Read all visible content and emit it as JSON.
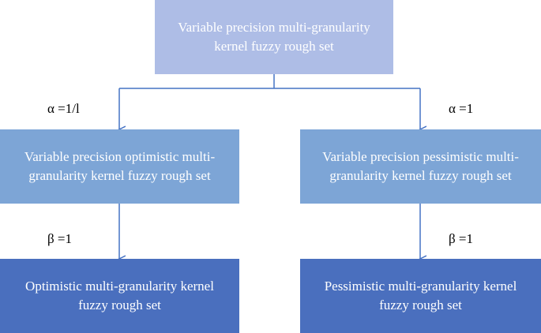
{
  "colors": {
    "top_fill": "#aebde6",
    "middle_fill": "#7da5d6",
    "bottom_fill": "#4a6fbe",
    "connector": "#4472c4",
    "node_text": "#ffffff",
    "label_text": "#000000"
  },
  "nodes": {
    "top": {
      "line1": "Variable precision multi-granularity",
      "line2": "kernel fuzzy rough set"
    },
    "left_mid": {
      "line1": "Variable precision optimistic multi-",
      "line2": "granularity kernel fuzzy rough set"
    },
    "right_mid": {
      "line1": "Variable precision pessimistic multi-",
      "line2": "granularity kernel fuzzy rough set"
    },
    "left_bottom": {
      "line1": "Optimistic multi-granularity kernel",
      "line2": "fuzzy rough set"
    },
    "right_bottom": {
      "line1": "Pessimistic multi-granularity kernel",
      "line2": "fuzzy rough set"
    }
  },
  "edge_labels": {
    "alpha_left": "α =1/l",
    "alpha_right": "α =1",
    "beta_left": "β =1",
    "beta_right": "β =1"
  }
}
